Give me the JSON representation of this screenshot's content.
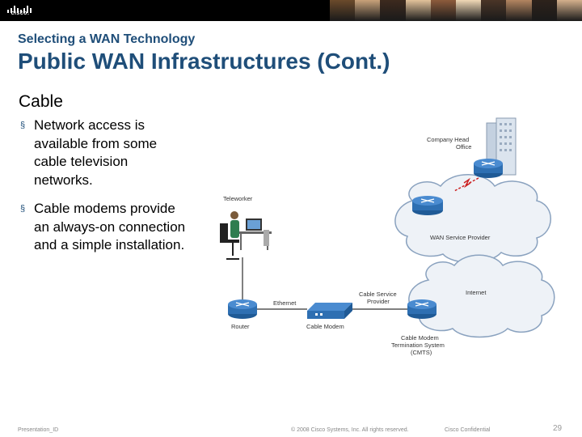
{
  "header": {
    "logo_text": "cisco.",
    "photo_colors": [
      "#6b4a2b",
      "#c8a27a",
      "#3d2a1e",
      "#e2c29a",
      "#8d5b3c",
      "#f0d8b6",
      "#4a3527",
      "#b38560",
      "#2d221b",
      "#d4b08c"
    ]
  },
  "slide": {
    "subtitle": "Selecting a WAN Technology",
    "title": "Public WAN Infrastructures (Cont.)",
    "heading": "Cable",
    "bullets": [
      "Network access is available from some cable television networks.",
      "Cable modems provide an always-on connection and a simple installation."
    ],
    "bullet_marker": "§"
  },
  "diagram": {
    "labels": {
      "company_head_office": [
        "Company Head",
        "Office"
      ],
      "teleworker": "Teleworker",
      "wan_service_provider": "WAN Service Provider",
      "internet": "Internet",
      "ethernet": "Ethernet",
      "cable_service_provider": [
        "Cable Service",
        "Provider"
      ],
      "router": "Router",
      "cable_modem": "Cable Modem",
      "cmts": [
        "Cable Modem",
        "Termination System",
        "(CMTS)"
      ]
    },
    "colors": {
      "device": "#2e6fb2",
      "cloud_stroke": "#8aa2bf",
      "link": "#555555",
      "wan_link": "#cc2222"
    }
  },
  "footer": {
    "presentation_id": "Presentation_ID",
    "copyright": "© 2008 Cisco Systems, Inc. All rights reserved.",
    "confidential": "Cisco Confidential",
    "page_number": "29"
  }
}
